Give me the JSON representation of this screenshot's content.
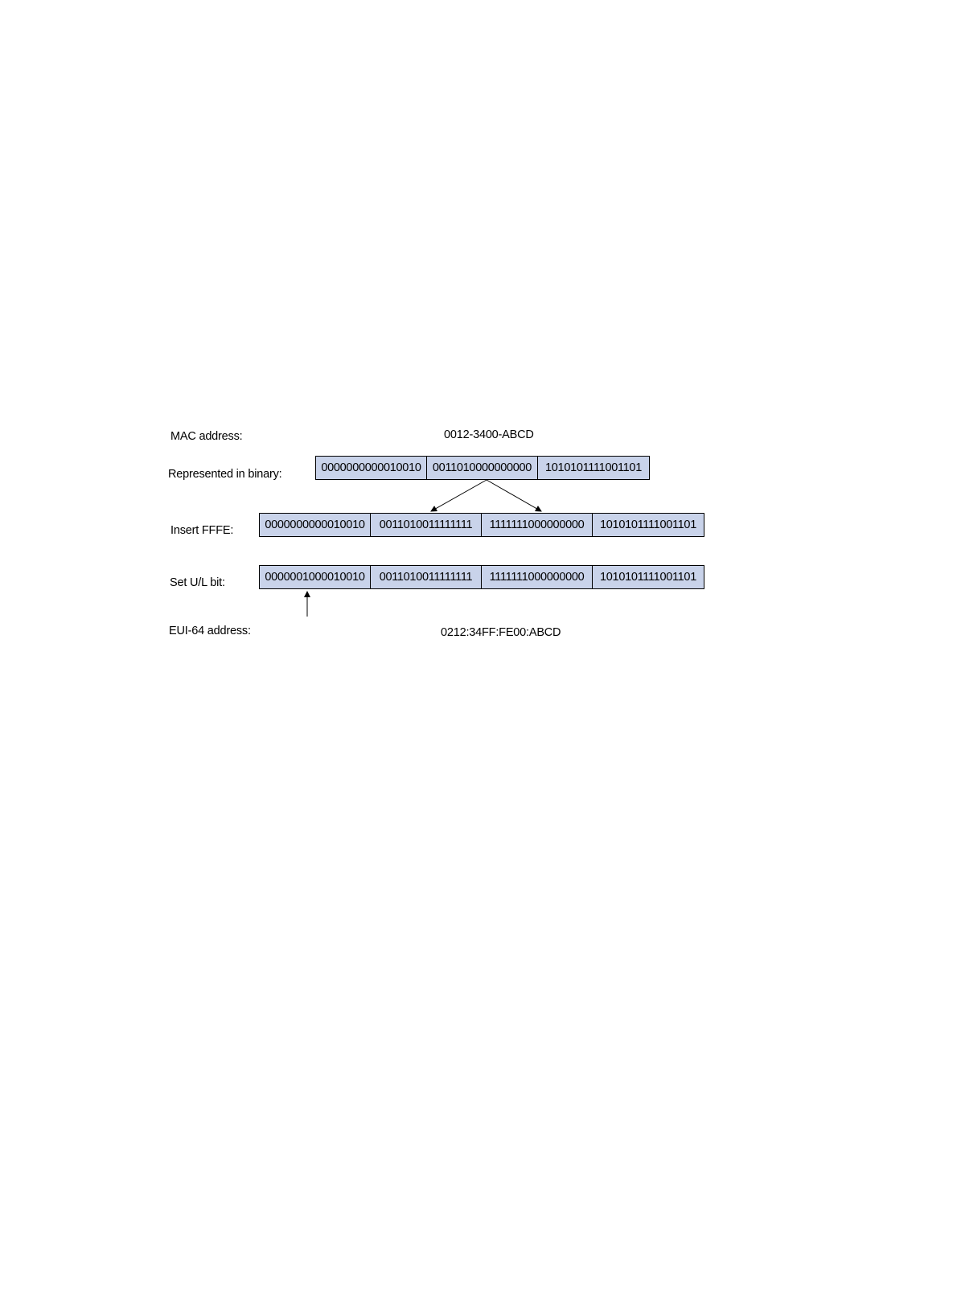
{
  "rows": {
    "mac": {
      "label": "MAC address:",
      "value": "0012-3400-ABCD"
    },
    "binary": {
      "label": "Represented in binary:",
      "cells": [
        "0000000000010010",
        "0011010000000000",
        "1010101111001101"
      ]
    },
    "insert": {
      "label": "Insert FFFE:",
      "cells": [
        "0000000000010010",
        "0011010011111111",
        "1111111000000000",
        "1010101111001101"
      ]
    },
    "ulbit": {
      "label": "Set U/L bit:",
      "cells": [
        "0000001000010010",
        "0011010011111111",
        "1111111000000000",
        "1010101111001101"
      ]
    },
    "eui": {
      "label": "EUI-64 address:",
      "value": "0212:34FF:FE00:ABCD"
    }
  }
}
